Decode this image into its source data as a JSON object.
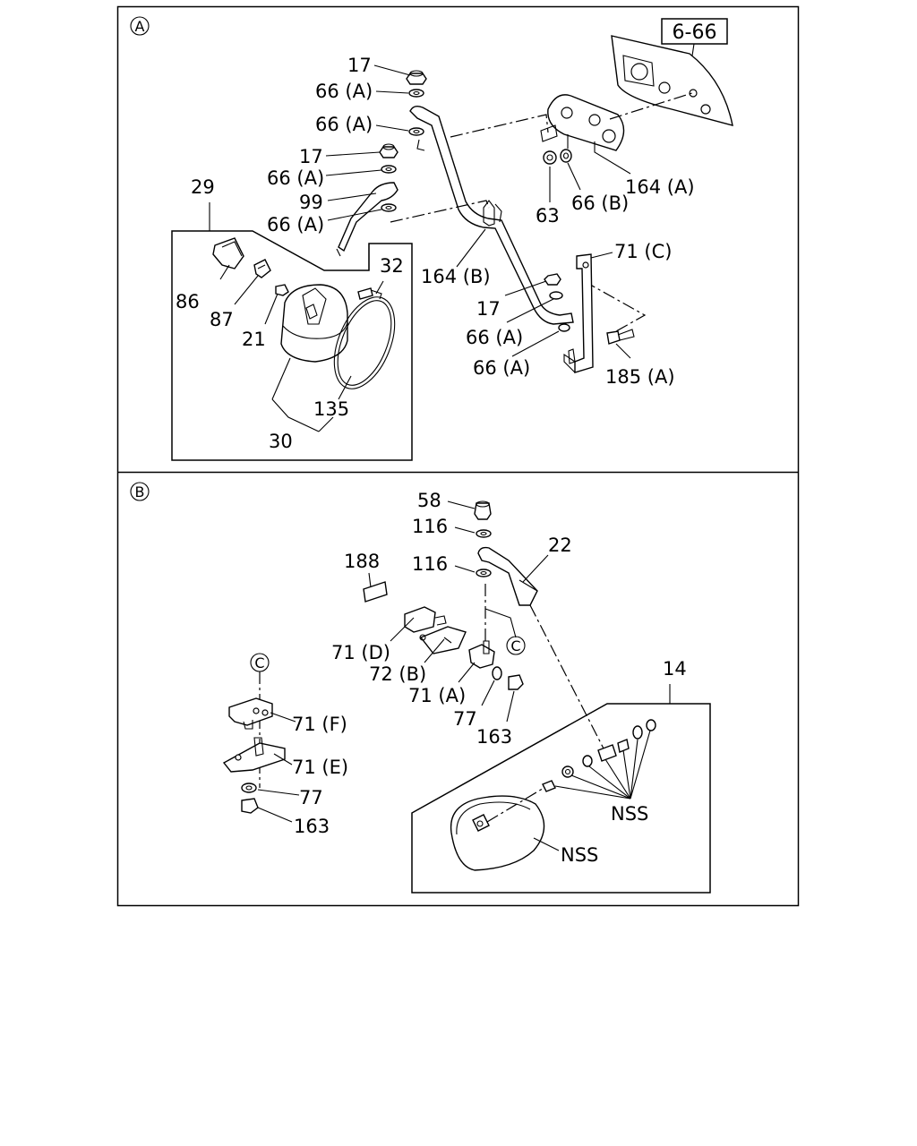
{
  "panels": {
    "a": {
      "marker": "A",
      "reference": "6-66",
      "labels": {
        "p17_top": "17",
        "p66a_1": "66 (A)",
        "p66a_2": "66 (A)",
        "p17_mid": "17",
        "p66a_3": "66 (A)",
        "p99": "99",
        "p66a_4": "66 (A)",
        "p29": "29",
        "p86": "86",
        "p87": "87",
        "p21": "21",
        "p32": "32",
        "p135": "135",
        "p30": "30",
        "p164b": "164 (B)",
        "p17_low": "17",
        "p66a_5": "66 (A)",
        "p66a_6": "66 (A)",
        "p63": "63",
        "p66b": "66 (B)",
        "p164a": "164 (A)",
        "p71c": "71 (C)",
        "p185a": "185 (A)"
      }
    },
    "b": {
      "marker": "B",
      "callout": "C",
      "labels": {
        "p58": "58",
        "p116_1": "116",
        "p116_2": "116",
        "p22": "22",
        "p188": "188",
        "p71d": "71 (D)",
        "p72b": "72 (B)",
        "p71a": "71 (A)",
        "p77_mid": "77",
        "p163_mid": "163",
        "p14": "14",
        "p71f": "71 (F)",
        "p71e": "71 (E)",
        "p77_left": "77",
        "p163_left": "163",
        "nss_1": "NSS",
        "nss_2": "NSS"
      }
    }
  }
}
